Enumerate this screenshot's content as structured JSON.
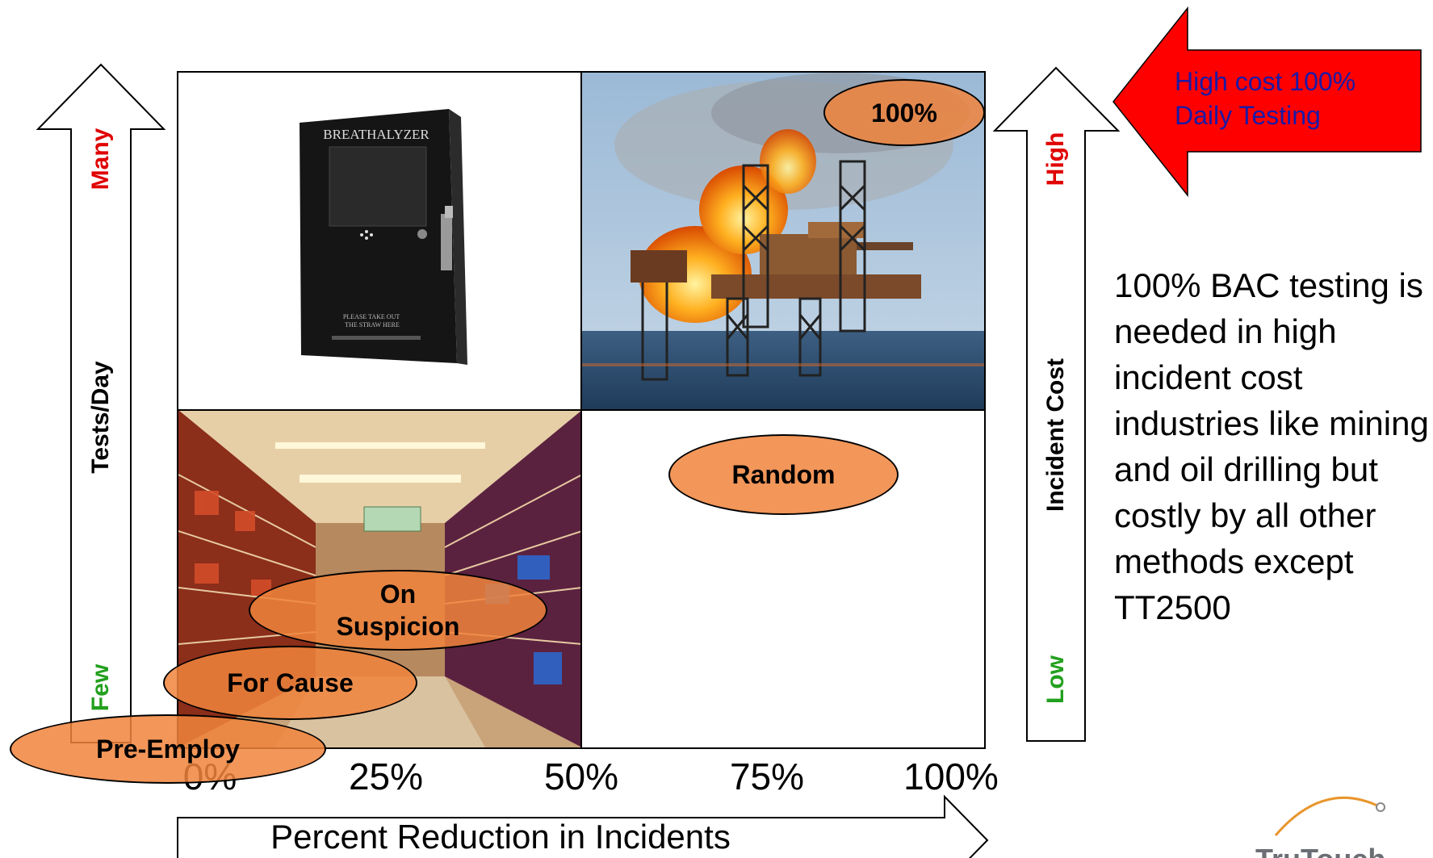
{
  "y_axis_left": {
    "title": "Tests/Day",
    "top_label": "Many",
    "bottom_label": "Few",
    "top_color": "#e00000",
    "bottom_color": "#22a01e"
  },
  "y_axis_right": {
    "title": "Incident Cost",
    "top_label": "High",
    "bottom_label": "Low",
    "top_color": "#e00000",
    "bottom_color": "#22a01e"
  },
  "x_axis": {
    "title": "Percent Reduction in Incidents",
    "ticks": [
      "0%",
      "25%",
      "50%",
      "75%",
      "100%"
    ]
  },
  "quadrants": {
    "top_left": {
      "image": "breathalyzer-wall-unit",
      "device_title": "BREATHALYZER",
      "device_note": "PLEASE TAKE OUT THE STRAW HERE"
    },
    "top_right": {
      "image": "offshore-oil-rig-fire"
    },
    "bottom_left": {
      "image": "supermarket-aisle"
    },
    "bottom_right": {
      "image": "blank"
    }
  },
  "ovals": {
    "hundred": "100%",
    "random": "Random",
    "on_suspicion": "On Suspicion",
    "for_cause": "For Cause",
    "pre_employ": "Pre-Employ"
  },
  "callout": {
    "text": "High cost 100% Daily Testing",
    "color": "#ff0000",
    "text_color": "#1a1aa6"
  },
  "description": "100% BAC testing is needed in high incident cost industries like mining and oil drilling but costly by all other methods except TT2500",
  "logo": {
    "text": "TruTouch",
    "accent": "#e8962c"
  },
  "colors": {
    "oval_fill": "#f0843c"
  }
}
